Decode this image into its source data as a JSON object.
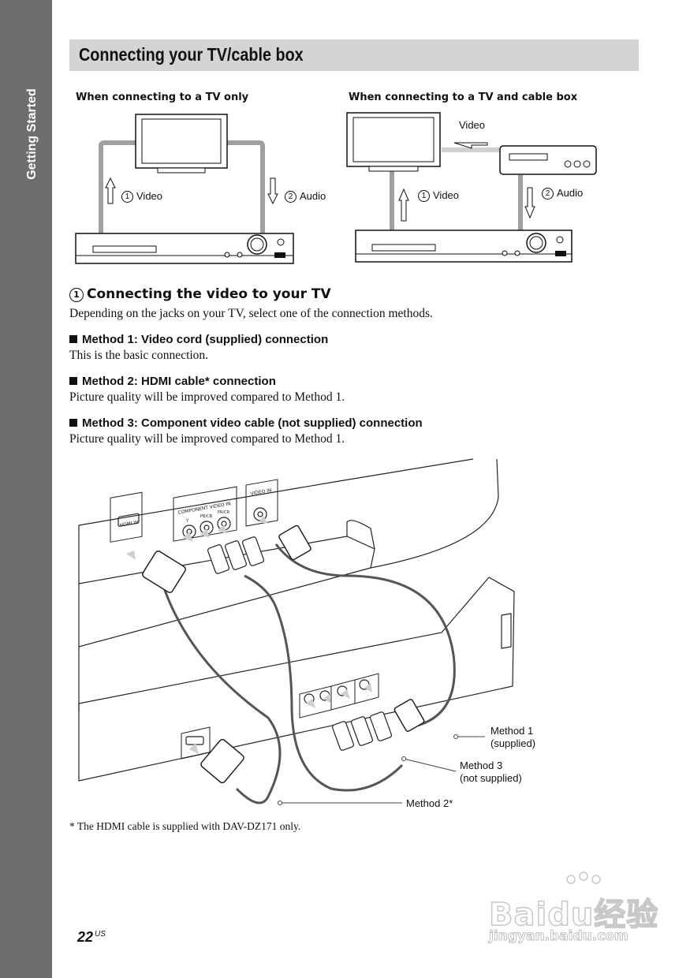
{
  "sidebar": {
    "label": "Getting Started"
  },
  "page_title": "Connecting your TV/cable box",
  "diagram_left": {
    "heading": "When connecting to a TV only",
    "video_num": "1",
    "video_label": "Video",
    "audio_num": "2",
    "audio_label": "Audio"
  },
  "diagram_right": {
    "heading": "When connecting to a TV and cable box",
    "top_video_label": "Video",
    "video_num": "1",
    "video_label": "Video",
    "audio_num": "2",
    "audio_label": "Audio"
  },
  "section": {
    "num": "1",
    "heading": "Connecting the video to your TV",
    "intro": "Depending on the jacks on your TV, select one of the connection methods."
  },
  "methods": [
    {
      "heading": "Method 1: Video cord (supplied) connection",
      "text": "This is the basic connection."
    },
    {
      "heading": "Method 2: HDMI cable* connection",
      "text": "Picture quality will be improved compared to Method 1."
    },
    {
      "heading": "Method 3: Component video cable (not supplied) connection",
      "text": "Picture quality will be improved compared to Method 1."
    }
  ],
  "illustration": {
    "tv_labels": {
      "hdmi_in": "HDMI IN",
      "component_in": "COMPONENT VIDEO IN",
      "video_in": "VIDEO IN",
      "y": "Y",
      "pb": "PB/CB",
      "pr": "PR/CR"
    },
    "callout_method1": [
      "Method 1",
      "(supplied)"
    ],
    "callout_method3": [
      "Method 3",
      "(not supplied)"
    ],
    "callout_method2": "Method 2*"
  },
  "footnote": "*   The HDMI cable is supplied with DAV-DZ171 only.",
  "page": {
    "number": "22",
    "suffix": "US"
  },
  "watermark": {
    "brand": "Baidu经验",
    "url": "jingyan.baidu.com"
  }
}
